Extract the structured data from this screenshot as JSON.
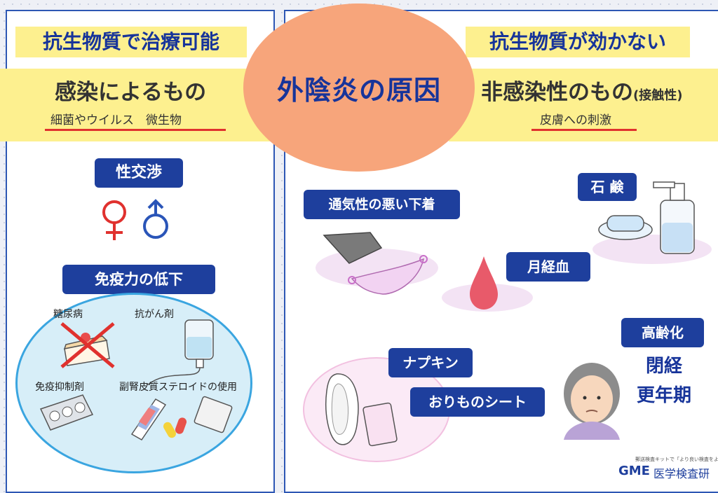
{
  "center": {
    "title": "外陰炎の原因"
  },
  "left": {
    "tag": "抗生物質で治療可能",
    "heading": "感染によるもの",
    "sub": "細菌やウイルス　微生物",
    "pill_sex": "性交渉",
    "pill_immune": "免疫力の低下",
    "items": {
      "diabetes": "糖尿病",
      "anticancer": "抗がん剤",
      "immunosuppressant": "免疫抑制剤",
      "steroid": "副腎皮質ステロイドの使用"
    }
  },
  "right": {
    "tag": "抗生物質が効かない",
    "heading": "非感染性のもの",
    "heading_note": "(接触性)",
    "sub": "皮膚への刺激",
    "pill_underwear": "通気性の悪い下着",
    "pill_soap": "石 鹸",
    "pill_menses": "月経血",
    "pill_aging": "高齢化",
    "menopause_1": "閉経",
    "menopause_2": "更年期",
    "pill_napkin": "ナプキン",
    "pill_liner": "おりものシート"
  },
  "logo": {
    "mark": "GME",
    "name": "医学検査研",
    "tagline": "郵送検査キットで「より良い検査をより早"
  },
  "colors": {
    "navy": "#1e3f9d",
    "yellow": "#fdf08f",
    "salmon": "#f7a57b",
    "red": "#e0312e",
    "blue_border": "#2d57b4"
  }
}
